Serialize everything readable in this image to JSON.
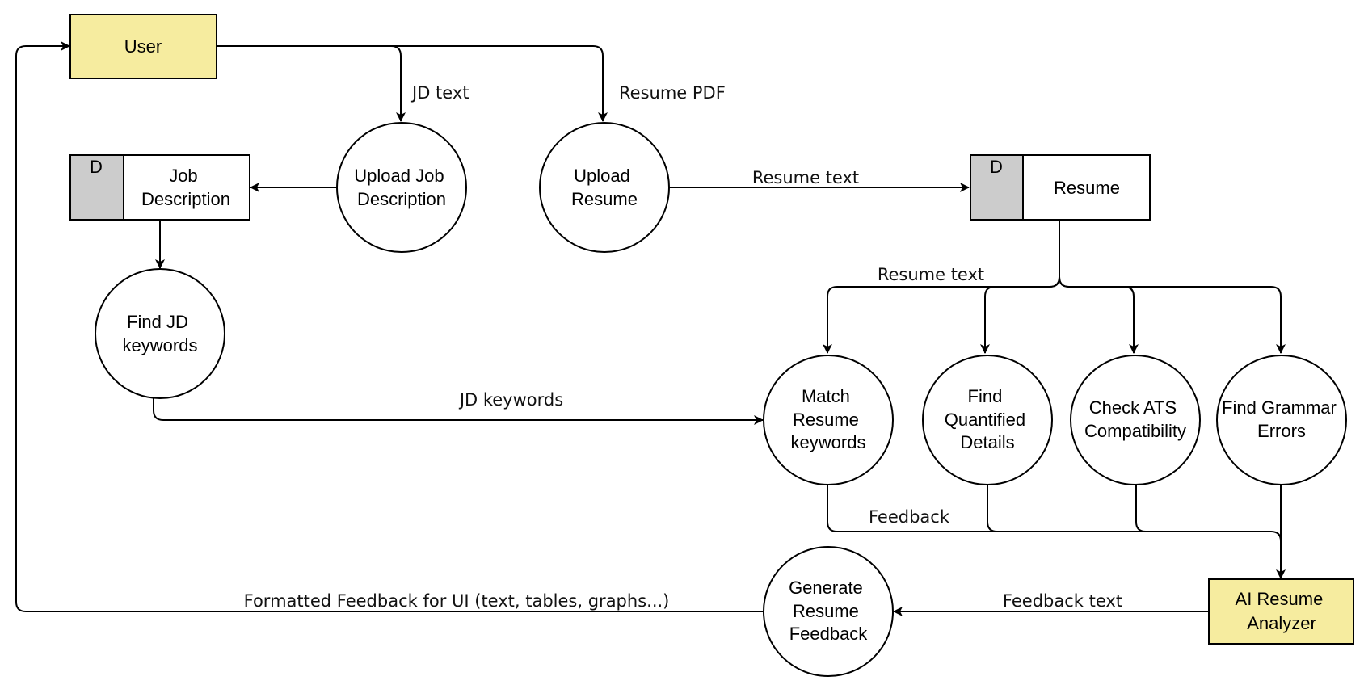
{
  "colors": {
    "entity_fill": "#f6ec9f",
    "process_fill": "#ffffff",
    "store_tab_fill": "#cccccc",
    "stroke": "#000000"
  },
  "entities": {
    "user": "User",
    "analyzer": [
      "AI Resume",
      "Analyzer"
    ]
  },
  "stores": {
    "tag": "D",
    "job_description": [
      "Job",
      "Description"
    ],
    "resume": [
      "Resume"
    ]
  },
  "processes": {
    "upload_jd": [
      "Upload Job",
      "Description"
    ],
    "upload_resume": [
      "Upload",
      "Resume"
    ],
    "find_jd_keywords": [
      "Find JD",
      "keywords"
    ],
    "match_keywords": [
      "Match",
      "Resume",
      "keywords"
    ],
    "find_quantified": [
      "Find",
      "Quantified",
      "Details"
    ],
    "check_ats": [
      "Check ATS",
      "Compatibility"
    ],
    "find_grammar": [
      "Find Grammar",
      "Errors"
    ],
    "generate_feedback": [
      "Generate",
      "Resume",
      "Feedback"
    ]
  },
  "flows": {
    "jd_text": "JD text",
    "resume_pdf": "Resume PDF",
    "resume_text_upload": "Resume text",
    "resume_text_split": "Resume text",
    "jd_keywords": "JD keywords",
    "feedback": "Feedback",
    "feedback_text": "Feedback text",
    "formatted_feedback": "Formatted Feedback for UI (text, tables, graphs...)"
  }
}
